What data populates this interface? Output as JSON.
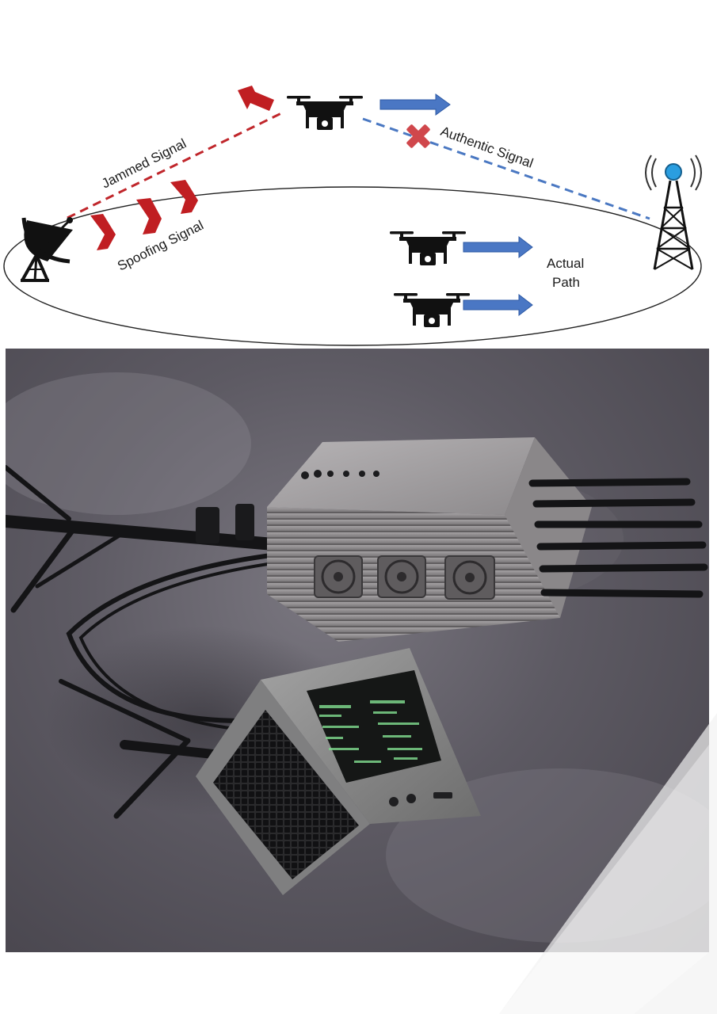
{
  "diagram": {
    "labels": {
      "jammed": "Jammed Signal",
      "spoofing": "Spoofing Signal",
      "authentic": "Authentic Signal",
      "actual_line1": "Actual",
      "actual_line2": "Path"
    },
    "colors": {
      "jammed_line": "#c0262b",
      "authentic_line": "#4a78c2",
      "arrow_red": "#c01e22",
      "arrow_blue": "#4a77c4",
      "cross": "#d0474c",
      "tower_top": "#2a9ee0"
    },
    "icons": [
      "satellite-dish-icon",
      "drone-icon",
      "radio-tower-icon",
      "cross-icon",
      "arrow-icon"
    ]
  },
  "photo": {
    "subject": "jammer-device-with-antennas-and-retro-terminal",
    "icons": [
      "jammer-box",
      "antenna",
      "retro-computer",
      "tripod"
    ]
  }
}
